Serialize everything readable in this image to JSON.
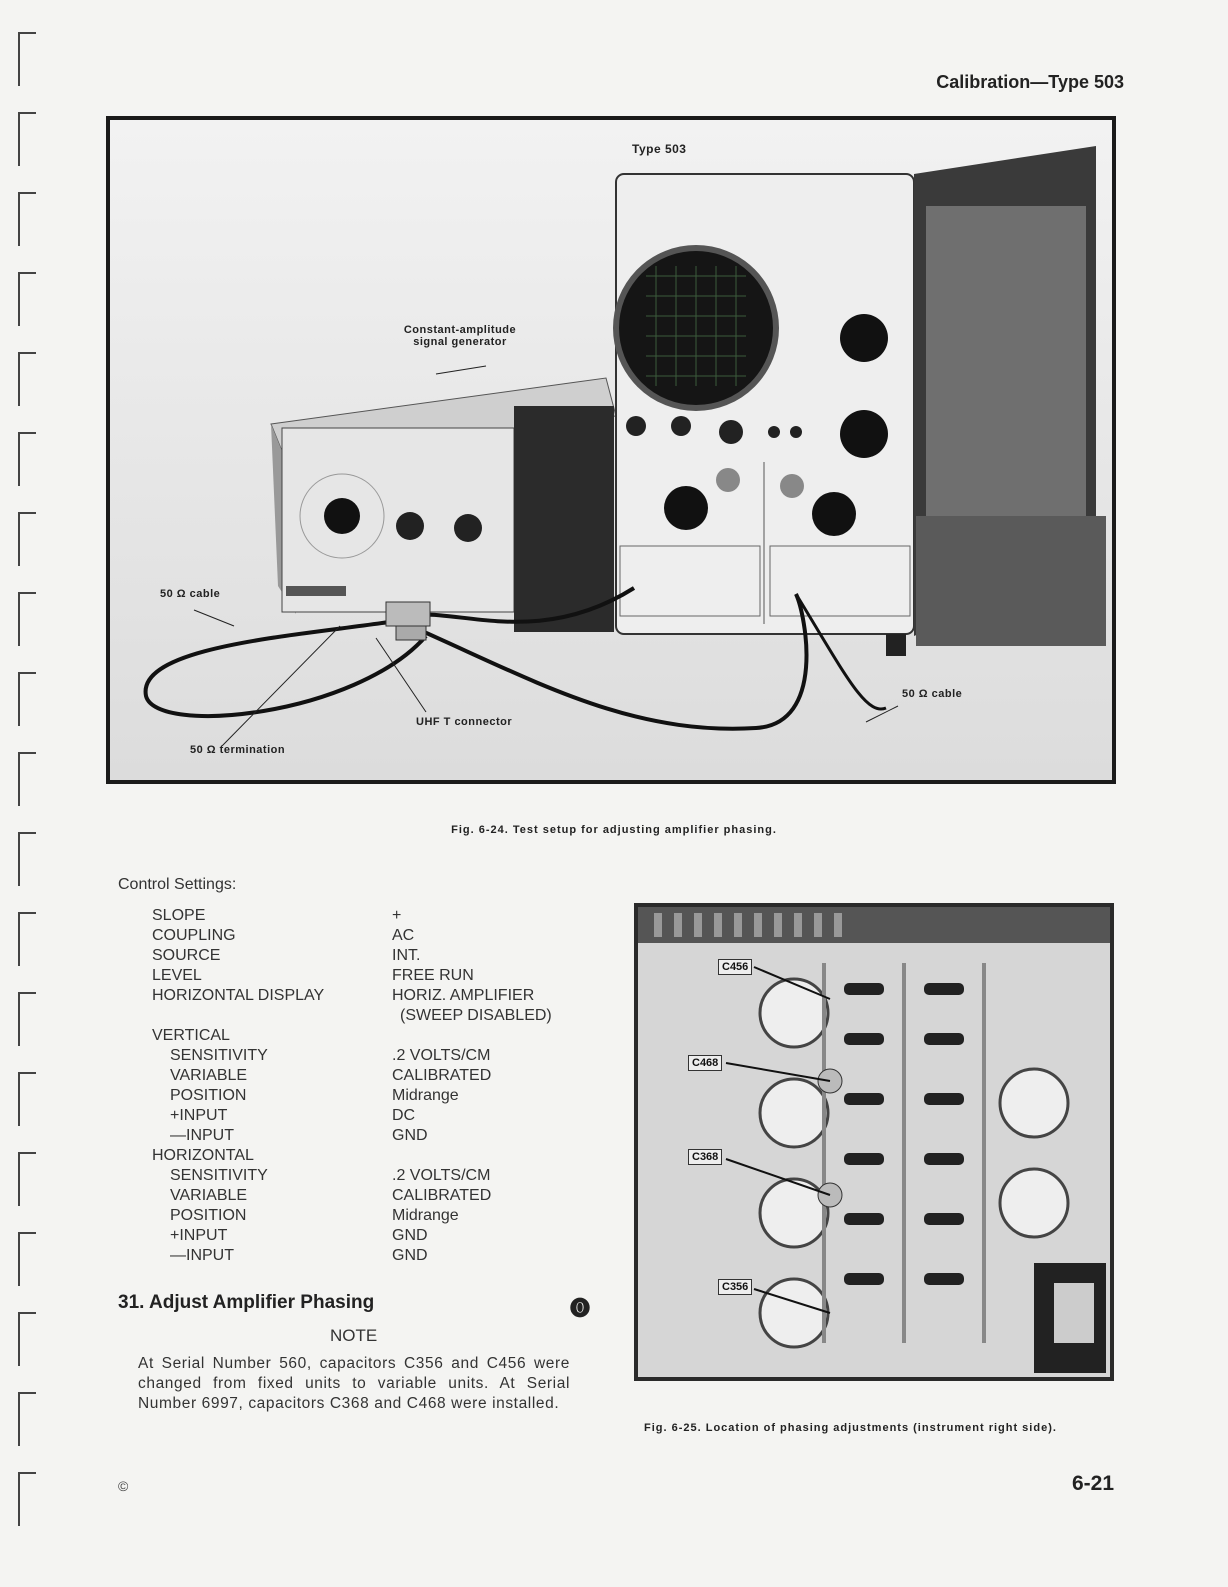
{
  "header": {
    "title": "Calibration—Type 503"
  },
  "figure1": {
    "labels": {
      "type503": "Type 503",
      "generator": "Constant-amplitude signal generator",
      "cable_left": "50 Ω cable",
      "cable_right": "50 Ω cable",
      "uhf": "UHF T connector",
      "termination": "50 Ω termination"
    },
    "caption": "Fig. 6-24. Test setup for adjusting amplifier phasing."
  },
  "control_settings": {
    "title": "Control Settings:",
    "rows": [
      {
        "key": "SLOPE",
        "value": "+"
      },
      {
        "key": "COUPLING",
        "value": "AC"
      },
      {
        "key": "SOURCE",
        "value": "INT."
      },
      {
        "key": "LEVEL",
        "value": "FREE RUN"
      },
      {
        "key": "HORIZONTAL DISPLAY",
        "value": "HORIZ. AMPLIFIER",
        "value2": "(SWEEP DISABLED)"
      },
      {
        "key": "VERTICAL",
        "value": ""
      },
      {
        "key": "SENSITIVITY",
        "value": ".2 VOLTS/CM",
        "indent": true
      },
      {
        "key": "VARIABLE",
        "value": "CALIBRATED",
        "indent": true
      },
      {
        "key": "POSITION",
        "value": "Midrange",
        "indent": true
      },
      {
        "key": "+INPUT",
        "value": "DC",
        "indent": true
      },
      {
        "key": "—INPUT",
        "value": "GND",
        "indent": true
      },
      {
        "key": "HORIZONTAL",
        "value": ""
      },
      {
        "key": "SENSITIVITY",
        "value": ".2 VOLTS/CM",
        "indent": true
      },
      {
        "key": "VARIABLE",
        "value": "CALIBRATED",
        "indent": true
      },
      {
        "key": "POSITION",
        "value": "Midrange",
        "indent": true
      },
      {
        "key": "+INPUT",
        "value": "GND",
        "indent": true
      },
      {
        "key": "—INPUT",
        "value": "GND",
        "indent": true
      }
    ]
  },
  "section": {
    "title": "31. Adjust Amplifier Phasing",
    "mark": "⓿"
  },
  "note": {
    "title": "NOTE",
    "text": "At Serial Number 560, capacitors C356 and C456 were changed from fixed units to variable units. At Serial Number 6997, capacitors C368 and C468 were installed."
  },
  "figure2": {
    "labels": {
      "c456": "C456",
      "c468": "C468",
      "c368": "C368",
      "c356": "C356"
    },
    "caption": "Fig. 6-25. Location of phasing adjustments (instrument right side)."
  },
  "footer": {
    "copyright": "©",
    "page": "6-21"
  }
}
